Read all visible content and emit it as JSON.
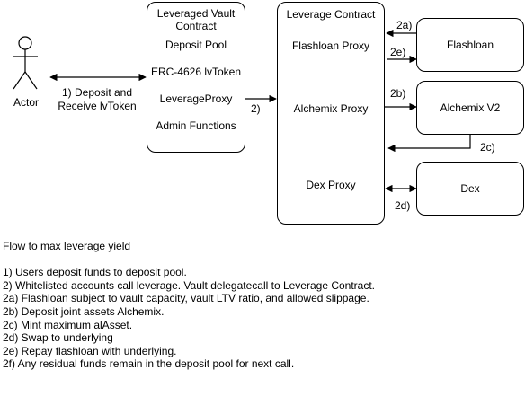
{
  "actor": {
    "label": "Actor"
  },
  "vault": {
    "title_line1": "Leveraged Vault",
    "title_line2": "Contract",
    "items": [
      "Deposit Pool",
      "ERC-4626 lvToken",
      "LeverageProxy",
      "Admin Functions"
    ]
  },
  "leverage": {
    "title": "Leverage Contract",
    "items": [
      "Flashloan Proxy",
      "Alchemix Proxy",
      "Dex Proxy"
    ]
  },
  "externals": [
    "Flashloan",
    "Alchemix V2",
    "Dex"
  ],
  "edges": {
    "actor_vault_line1": "1) Deposit and",
    "actor_vault_line2": "Receive lvToken",
    "vault_leverage": "2)",
    "flashloan_in": "2a)",
    "flashloan_out": "2e)",
    "alchemix_out": "2b)",
    "alchemix_back": "2c)",
    "dex": "2d)"
  },
  "notes": {
    "heading": "Flow to max leverage yield",
    "lines": [
      "1) Users deposit funds to deposit pool.",
      "2) Whitelisted accounts call leverage. Vault delegatecall to Leverage Contract.",
      "2a) Flashloan subject to vault capacity, vault LTV ratio, and allowed slippage.",
      "2b) Deposit joint assets Alchemix.",
      "2c) Mint maximum alAsset.",
      "2d) Swap to underlying",
      "2e) Repay flashloan with underlying.",
      "2f) Any residual funds remain in the deposit pool for next call."
    ]
  }
}
